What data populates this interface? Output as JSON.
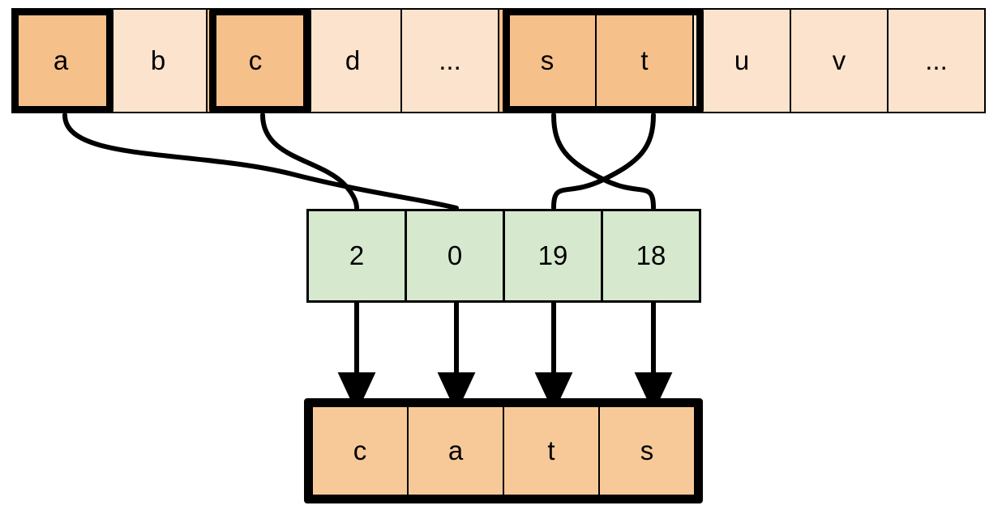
{
  "diagram": {
    "title": "string-indexing-diagram",
    "colors": {
      "cell_light": "#FBE3CD",
      "cell_selected": "#F5C08A",
      "index_cell": "#D6E9CE",
      "output_cell": "#F7C998",
      "stroke": "#000000",
      "background": "#FFFFFF"
    },
    "alphabet_row": {
      "name": "alphabet-row",
      "cells": [
        {
          "label": "a",
          "selected": true
        },
        {
          "label": "b",
          "selected": false
        },
        {
          "label": "c",
          "selected": true
        },
        {
          "label": "d",
          "selected": false
        },
        {
          "label": "...",
          "selected": false
        },
        {
          "label": "s",
          "selected": true
        },
        {
          "label": "t",
          "selected": true
        },
        {
          "label": "u",
          "selected": false
        },
        {
          "label": "v",
          "selected": false
        },
        {
          "label": "...",
          "selected": false
        }
      ]
    },
    "index_row": {
      "name": "index-row",
      "cells": [
        {
          "label": "2"
        },
        {
          "label": "0"
        },
        {
          "label": "19"
        },
        {
          "label": "18"
        }
      ]
    },
    "output_row": {
      "name": "output-row",
      "cells": [
        {
          "label": "c"
        },
        {
          "label": "a"
        },
        {
          "label": "t"
        },
        {
          "label": "s"
        }
      ]
    },
    "mappings": [
      {
        "from": "a",
        "to": "0",
        "note": "letter a maps to index 0"
      },
      {
        "from": "c",
        "to": "2",
        "note": "letter c maps to index 2"
      },
      {
        "from": "s",
        "to": "18",
        "note": "letter s maps to index 18"
      },
      {
        "from": "t",
        "to": "19",
        "note": "letter t maps to index 19"
      }
    ],
    "arrows": [
      {
        "from_index": "2",
        "to_letter": "c"
      },
      {
        "from_index": "0",
        "to_letter": "a"
      },
      {
        "from_index": "19",
        "to_letter": "t"
      },
      {
        "from_index": "18",
        "to_letter": "s"
      }
    ]
  }
}
